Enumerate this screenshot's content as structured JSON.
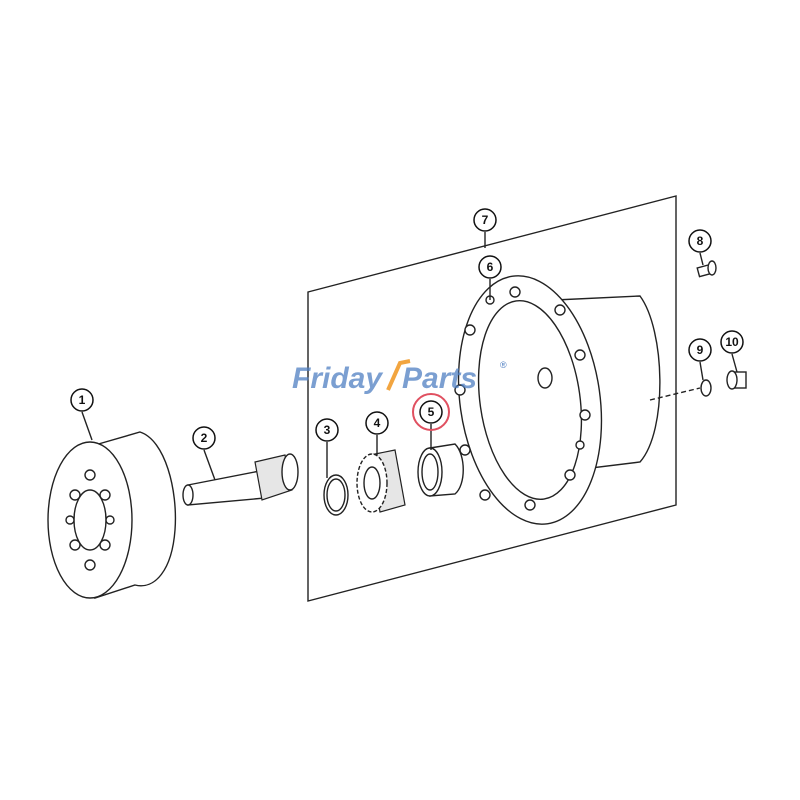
{
  "watermark": {
    "text_left": "Friday",
    "text_right": "Parts",
    "registered": "®",
    "blue": "#4f7fc2",
    "orange": "#f2a540"
  },
  "highlight_color": "#e05060",
  "callouts": [
    {
      "label": "1"
    },
    {
      "label": "2"
    },
    {
      "label": "3"
    },
    {
      "label": "4"
    },
    {
      "label": "5",
      "highlighted": true
    },
    {
      "label": "6"
    },
    {
      "label": "7"
    },
    {
      "label": "8"
    },
    {
      "label": "9"
    },
    {
      "label": "10"
    }
  ]
}
